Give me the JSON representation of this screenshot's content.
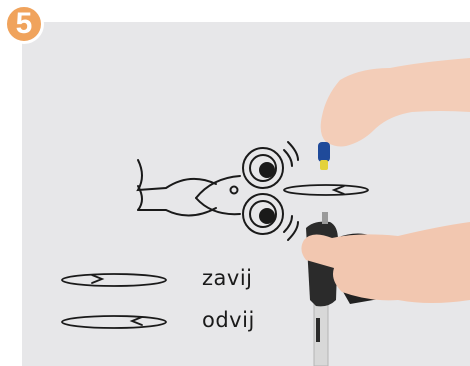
{
  "step": {
    "number": "5"
  },
  "legend": {
    "tighten": {
      "label": "zavij"
    },
    "loosen": {
      "label": "odvij"
    }
  },
  "colors": {
    "badge": "#f0a35c",
    "background": "#e7e7e9",
    "line": "#1a1a1a"
  },
  "icons": [
    "fish-eyes-diagram",
    "rotation-arrow-tighten",
    "rotation-arrow-loosen",
    "hand-with-cap",
    "hand-with-pole-grip"
  ]
}
